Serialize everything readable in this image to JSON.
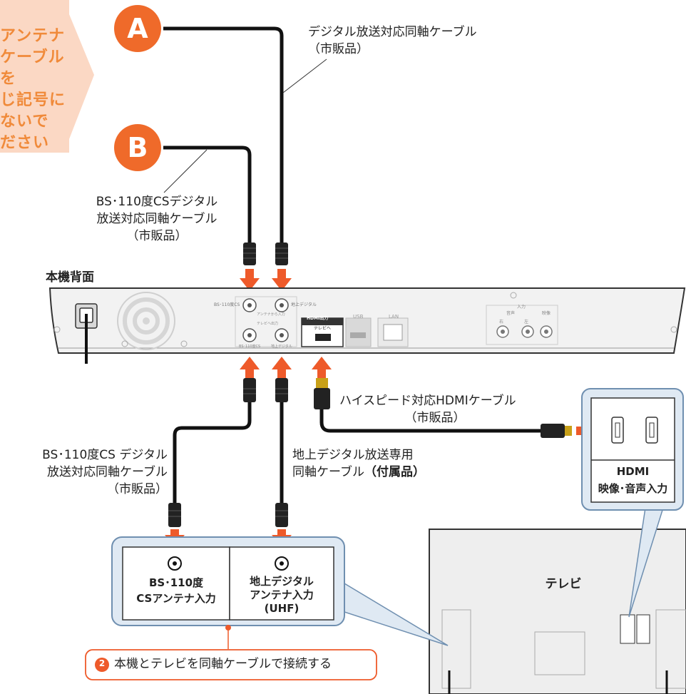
{
  "note_arrow": {
    "lines": [
      "アンテナ",
      "ケーブルを",
      "じ記号に",
      "ないで",
      "ださい"
    ],
    "color": "#f08a3a",
    "fill": "#fbd8c4"
  },
  "markers": {
    "a": "A",
    "b": "B"
  },
  "labels": {
    "cable_a_name": "デジタル放送対応同軸ケーブル",
    "cable_a_note": "（市販品）",
    "cable_b_line1": "BS･110度CSデジタル",
    "cable_b_line2": "放送対応同軸ケーブル",
    "cable_b_note": "（市販品）",
    "rear_panel": "本機背面",
    "hdmi_cable_name": "ハイスピード対応HDMIケーブル",
    "hdmi_cable_note": "（市販品）",
    "bs_tv_line1": "BS･110度CS デジタル",
    "bs_tv_line2": "放送対応同軸ケーブル",
    "bs_tv_note": "（市販品）",
    "terr_line1": "地上デジタル放送専用",
    "terr_line2": "同軸ケーブル",
    "terr_included": "（付属品）"
  },
  "panel_labels": {
    "bs_in": "BS･110度CS",
    "terr_in": "地上デジタル",
    "antenna_in": "アンテナから入力",
    "tv_out": "テレビへ出力",
    "bs_out": "BS･110度CS",
    "terr_out": "地上デジタル",
    "hdmi_out": "HDMI出力",
    "hdmi_to_tv": "テレビへ",
    "usb": "USB",
    "lan": "LAN",
    "input": "入力",
    "audio": "音声",
    "right": "右",
    "left": "左",
    "video": "映像"
  },
  "tv_callout": {
    "bs_input_line1": "BS･110度",
    "bs_input_line2": "CSアンテナ入力",
    "terr_input_line1": "地上デジタル",
    "terr_input_line2": "アンテナ入力",
    "terr_input_line3": "(UHF)"
  },
  "hdmi_callout": {
    "line1": "HDMI",
    "line2": "映像･音声入力"
  },
  "tv": {
    "label": "テレビ"
  },
  "step": {
    "number": "2",
    "text": "本機とテレビを同軸ケーブルで接続する"
  },
  "colors": {
    "arrow": "#ee5a2a",
    "callout_border": "#6f8fb0",
    "callout_fill": "#dfe9f3",
    "marker": "#ef6a2a",
    "device": "#f3f3f3",
    "tv_fill": "#eeeeee"
  }
}
